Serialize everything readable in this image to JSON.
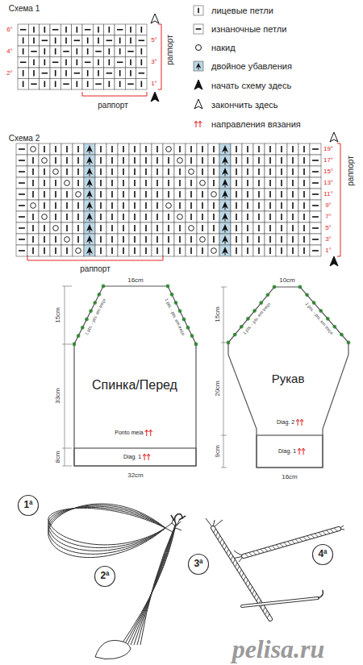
{
  "diagram": {
    "nodes": [
      {
        "text": [
          "Спинка/Перед",
          "Ponto meia"
        ]
      },
      {
        "text": [
          "Diag. 1"
        ],
        "in": 0
      },
      {
        "text": [
          "Рукав",
          "Diag. 2"
        ]
      },
      {
        "text": [
          "Diag. 1"
        ],
        "in": 2
      },
      {
        "text": [
          "1ª"
        ]
      },
      {
        "text": [
          "2ª"
        ]
      },
      {
        "text": [
          "3ª"
        ]
      },
      {
        "text": [
          "4ª"
        ]
      }
    ],
    "labels": [
      "Схема 1",
      "6°",
      "4°",
      "2°",
      "5°",
      "3°",
      "1°",
      "раппорт",
      "раппорт",
      "Схема 2",
      "19°",
      "17°",
      "15°",
      "13°",
      "11°",
      "9°",
      "7°",
      "5°",
      "3°",
      "1°",
      "раппорт",
      "раппорт",
      "16cm",
      "15cm",
      "33cm",
      "8cm",
      "32cm",
      "1 pts. - pts. em treço",
      "1 pts. - pts. em treço",
      "10cm",
      "15cm",
      "20cm",
      "9cm",
      "16cm",
      "1 pts. - pts. em treço",
      "1 pts. - pts. em treço",
      "pelisa.ru"
    ],
    "legend": [
      {
        "text": "лицевые петли"
      },
      {
        "text": "изнаночные петли"
      },
      {
        "text": "накид"
      },
      {
        "text": "двойное убавления"
      },
      {
        "text": "начать схему здесь"
      },
      {
        "text": "закончить здесь"
      },
      {
        "text": "направления вязания"
      }
    ]
  }
}
